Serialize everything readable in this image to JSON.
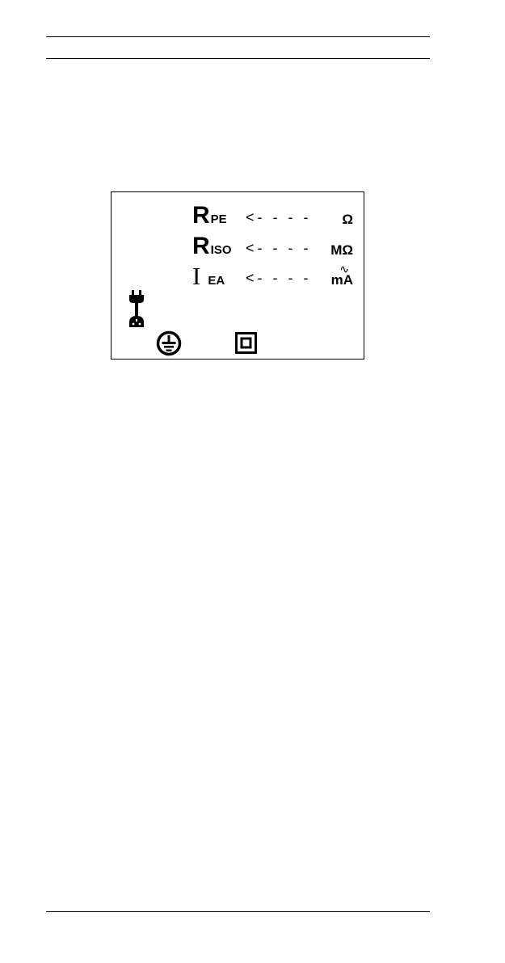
{
  "display": {
    "rows": [
      {
        "quantity": "R",
        "subscript": "PE",
        "readout": "<- - - -",
        "unit": "Ω",
        "ac_marker": ""
      },
      {
        "quantity": "R",
        "subscript": "ISO",
        "readout": "<- - - -",
        "unit": "MΩ",
        "ac_marker": ""
      },
      {
        "quantity": "I",
        "subscript": "EA",
        "readout": "<- - - -",
        "unit": "mA",
        "ac_marker": "∿"
      }
    ],
    "icons": {
      "plug": "plug-icon",
      "protective_earth": "protective-earth-icon",
      "protection_class_2": "double-square-icon"
    }
  }
}
